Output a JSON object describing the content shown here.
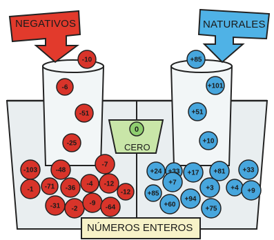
{
  "colors": {
    "negative_arrow": "#e23a2c",
    "natural_arrow": "#4fb2e6",
    "red_ball": "#d8342a",
    "blue_ball": "#47a6dd",
    "zero_ball": "#8fce6f",
    "zero_cup": "#c9e6a8",
    "banner": "#f7f2c8",
    "glass": "#e9eef0",
    "outline": "#222222"
  },
  "labels": {
    "negatives": "NEGATIVOS",
    "naturals": "NATURALES",
    "zero": "CERO",
    "integers": "NÚMEROS ENTEROS",
    "zero_ball": "0"
  },
  "negative_balls": [
    "-10",
    "-6",
    "-51",
    "-25",
    "-103",
    "-48",
    "-7",
    "-1",
    "-71",
    "-36",
    "-4",
    "-12",
    "-31",
    "-2",
    "-9",
    "-64",
    "-12"
  ],
  "positive_balls": [
    "+85",
    "+101",
    "+51",
    "+10",
    "+24",
    "+33",
    "+17",
    "+81",
    "+33",
    "+7",
    "+3",
    "+4",
    "+9",
    "+85",
    "+60",
    "+94",
    "+75"
  ]
}
